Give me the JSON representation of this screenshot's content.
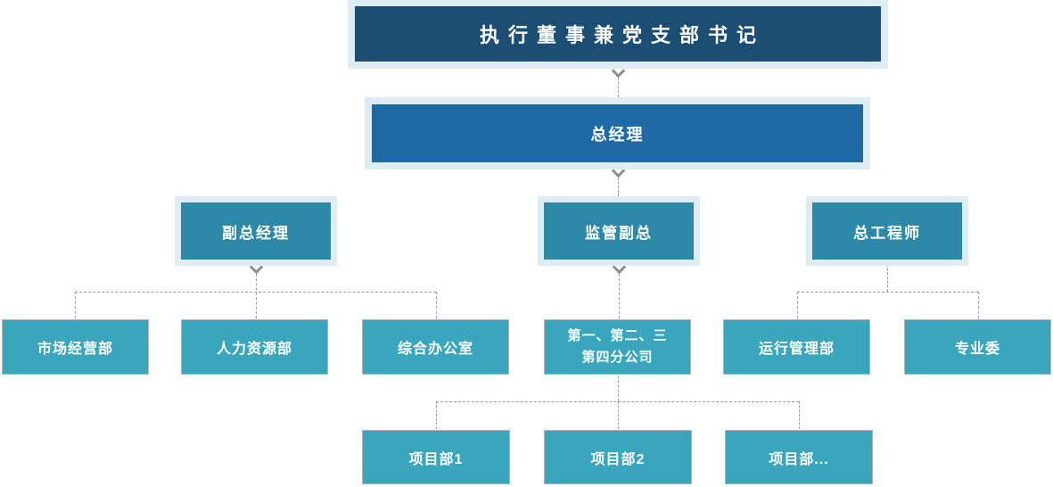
{
  "org": {
    "title_node": {
      "label": "执行董事兼党支部书记"
    },
    "level2": {
      "label": "总经理"
    },
    "level3": [
      {
        "label": "副总经理"
      },
      {
        "label": "监管副总"
      },
      {
        "label": "总工程师"
      }
    ],
    "level4": [
      {
        "label": "市场经营部"
      },
      {
        "label": "人力资源部"
      },
      {
        "label": "综合办公室"
      },
      {
        "label_line1": "第一、第二、三",
        "label_line2": "第四分公司"
      },
      {
        "label": "运行管理部"
      },
      {
        "label": "专业委"
      }
    ],
    "level5": [
      {
        "label": "项目部1"
      },
      {
        "label": "项目部2"
      },
      {
        "label": "项目部..."
      }
    ],
    "colors": {
      "level1_bg": "#1c4e73",
      "level2_bg": "#1f6aa5",
      "level3_bg": "#2d89a7",
      "dept_bg": "#3aa6be",
      "halo": "#deedf4",
      "dept_border": "#b0b4b6",
      "connector": "#9c9c9c",
      "text": "#ffffff",
      "page_bg": "#ffffff"
    }
  }
}
